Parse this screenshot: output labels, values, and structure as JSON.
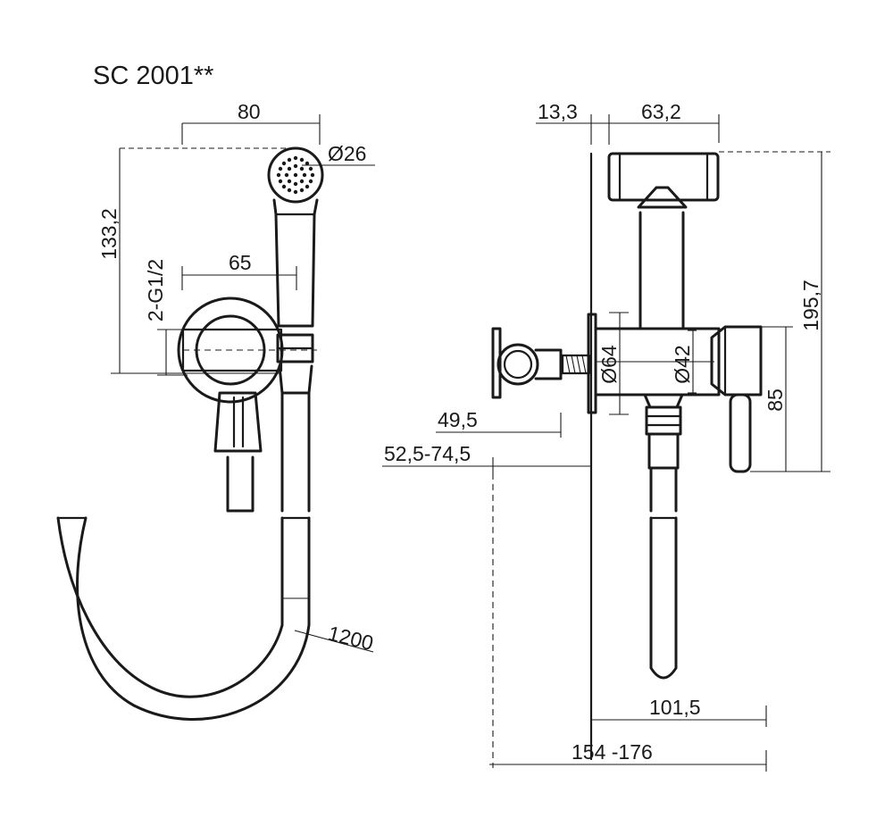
{
  "title": "SC 2001**",
  "front_view": {
    "width_top": "80",
    "head_diameter": "Ø26",
    "height_left": "133,2",
    "thread": "2-G1/2",
    "width_mid": "65",
    "hose_length": "1200"
  },
  "side_view": {
    "offset_wall": "13,3",
    "width_top": "63,2",
    "total_height": "195,7",
    "body_diameter": "Ø64",
    "outlet_diameter": "Ø42",
    "lever_height": "85",
    "depth_inner": "49,5",
    "depth_range": "52,5-74,5",
    "projection": "101,5",
    "total_projection": "154 -176"
  }
}
